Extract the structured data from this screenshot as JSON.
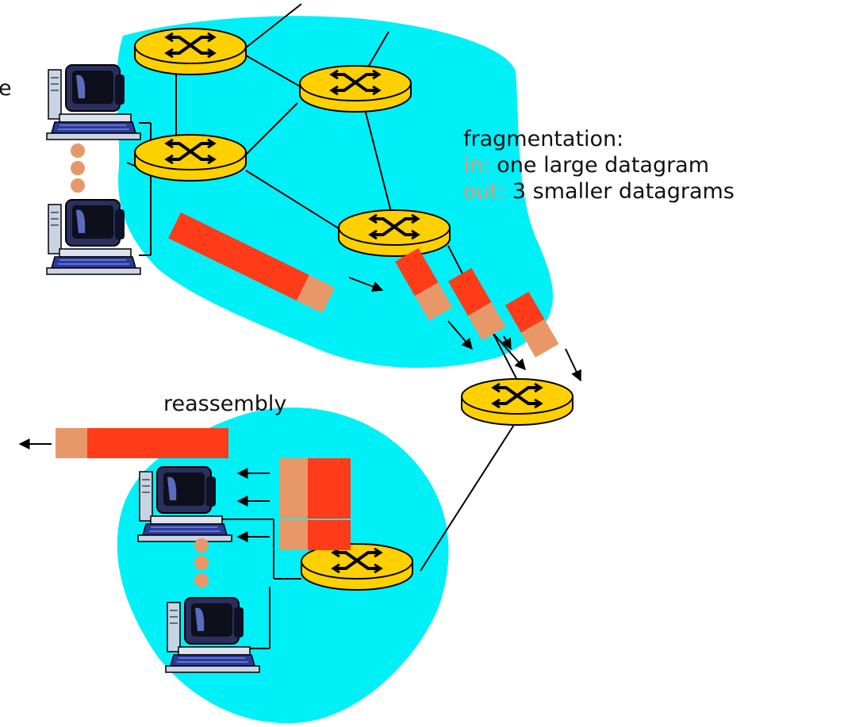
{
  "colors": {
    "cloud": "#00f0f8",
    "router_fill": "#ffd000",
    "router_stroke": "#000000",
    "fragment_header": "#e89868",
    "fragment_payload": "#ff3b19",
    "dots": "#e89868",
    "keyword": "#f0906a"
  },
  "labels": {
    "left_edge_fragment": "e",
    "fragmentation_title": "fragmentation:",
    "in_keyword": "in:",
    "in_text": " one large datagram",
    "out_keyword": "out:",
    "out_text": " 3 smaller datagrams",
    "reassembly": "reassembly"
  },
  "icons": {
    "router": "router-icon",
    "host": "computer-icon",
    "ellipsis": "vertical-ellipsis-icon",
    "arrow": "arrow-icon"
  }
}
